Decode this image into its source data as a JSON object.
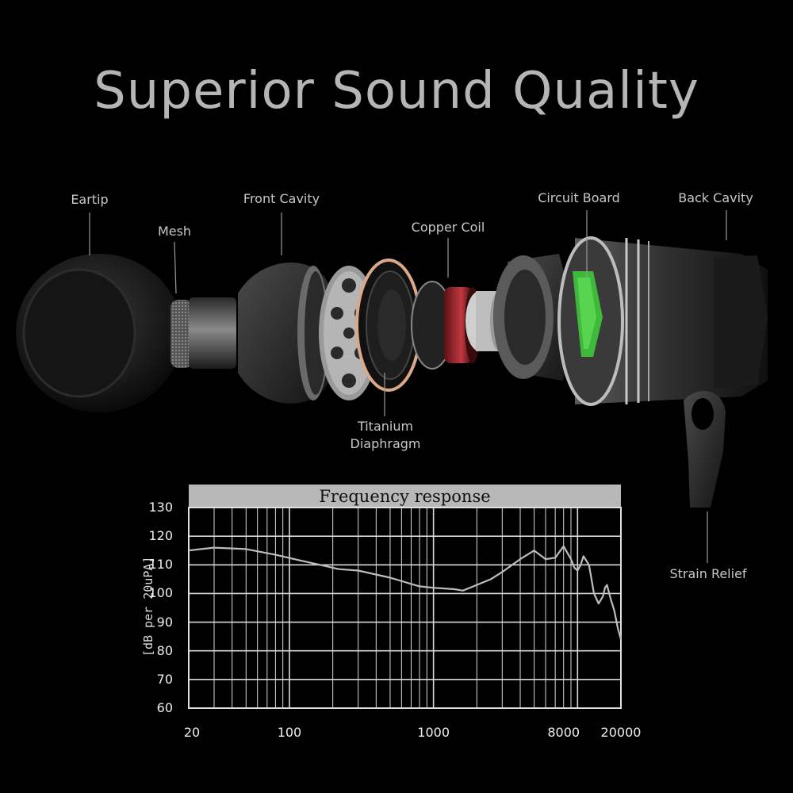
{
  "title": "Superior Sound Quality",
  "parts": {
    "eartip": "Eartip",
    "mesh": "Mesh",
    "front_cavity": "Front Cavity",
    "copper_coil": "Copper Coil",
    "circuit_board": "Circuit Board",
    "back_cavity": "Back Cavity",
    "titanium_line1": "Titanium",
    "titanium_line2": "Diaphragm",
    "strain_relief": "Strain Relief"
  },
  "colors": {
    "background": "#000000",
    "title": "#b5b5b5",
    "circuit_board": "#3fb93a",
    "copper_coil": "#b8323a",
    "diaphragm_ring": "#d9a98a"
  },
  "chart_data": {
    "type": "line",
    "title": "Frequency response",
    "xlabel": "",
    "ylabel": "[dB per 20uPA]",
    "x_scale": "log",
    "xlim": [
      20,
      20000
    ],
    "ylim": [
      60,
      130
    ],
    "x_ticks": [
      "20",
      "100",
      "1000",
      "8000",
      "20000"
    ],
    "y_ticks": [
      "130",
      "120",
      "110",
      "100",
      "90",
      "80",
      "70",
      "60"
    ],
    "grid": true,
    "series": [
      {
        "x": [
          20,
          30,
          50,
          80,
          120,
          180,
          220,
          300,
          500,
          800,
          1000,
          1400,
          1600,
          2000,
          2500,
          3000,
          4000,
          5000,
          6000,
          7000,
          8000,
          9000,
          9500,
          10000,
          10500,
          11000,
          12000,
          12500,
          13000,
          14000,
          15000,
          15500,
          16000,
          17000,
          18000,
          19000,
          20000
        ],
        "y": [
          115,
          116,
          115.5,
          113.5,
          111.5,
          109.5,
          108.5,
          108,
          105.5,
          102.5,
          102,
          101.5,
          101,
          103,
          105,
          107.5,
          112,
          115,
          112,
          112.5,
          116.5,
          112,
          109,
          108,
          110,
          113,
          110,
          105,
          100,
          96.5,
          99,
          102,
          103,
          98,
          94,
          88,
          84
        ]
      }
    ]
  }
}
